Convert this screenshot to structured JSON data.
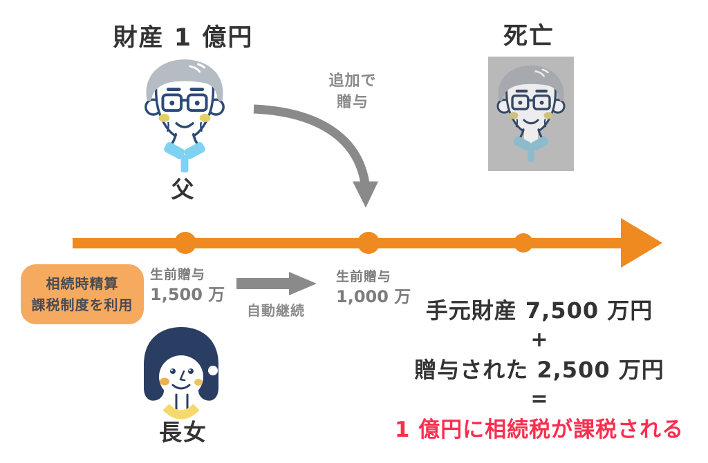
{
  "colors": {
    "timeline_orange": "#ee8a1f",
    "box_orange": "#f6aa60",
    "gray_arrow": "#8a8a8a",
    "dark_text": "#333333",
    "red_text": "#fb2e4f",
    "illustration_navy": "#2b4a77",
    "hair_gray": "#b6bcc3",
    "collar_blue": "#7fd2f2",
    "collar_yellow": "#f6d96e"
  },
  "icons": {
    "father": "elderly-man-illustration",
    "memorial": "memorial-photo-illustration",
    "daughter": "young-woman-illustration",
    "curved_arrow": "curved-down-arrow",
    "straight_arrow": "right-arrow",
    "timeline": "orange-timeline-arrow"
  },
  "header": {
    "assets_title": "財産 1 億円",
    "death_title": "死亡"
  },
  "people": {
    "father_label": "父",
    "daughter_label": "長女"
  },
  "curved_arrow": {
    "line1": "追加で",
    "line2": "贈与"
  },
  "system_box": {
    "line1": "相続時精算",
    "line2": "課税制度を利用"
  },
  "gifts": {
    "first": {
      "title": "生前贈与",
      "amount": "1,500 万"
    },
    "auto_label": "自動継続",
    "second": {
      "title": "生前贈与",
      "amount": "1,000 万"
    }
  },
  "result": {
    "assets_line": "手元財産 7,500 万円",
    "plus": "+",
    "gift_line": "贈与された 2,500 万円",
    "equals": "=",
    "conclusion": "1 億円に相続税が課税される"
  }
}
